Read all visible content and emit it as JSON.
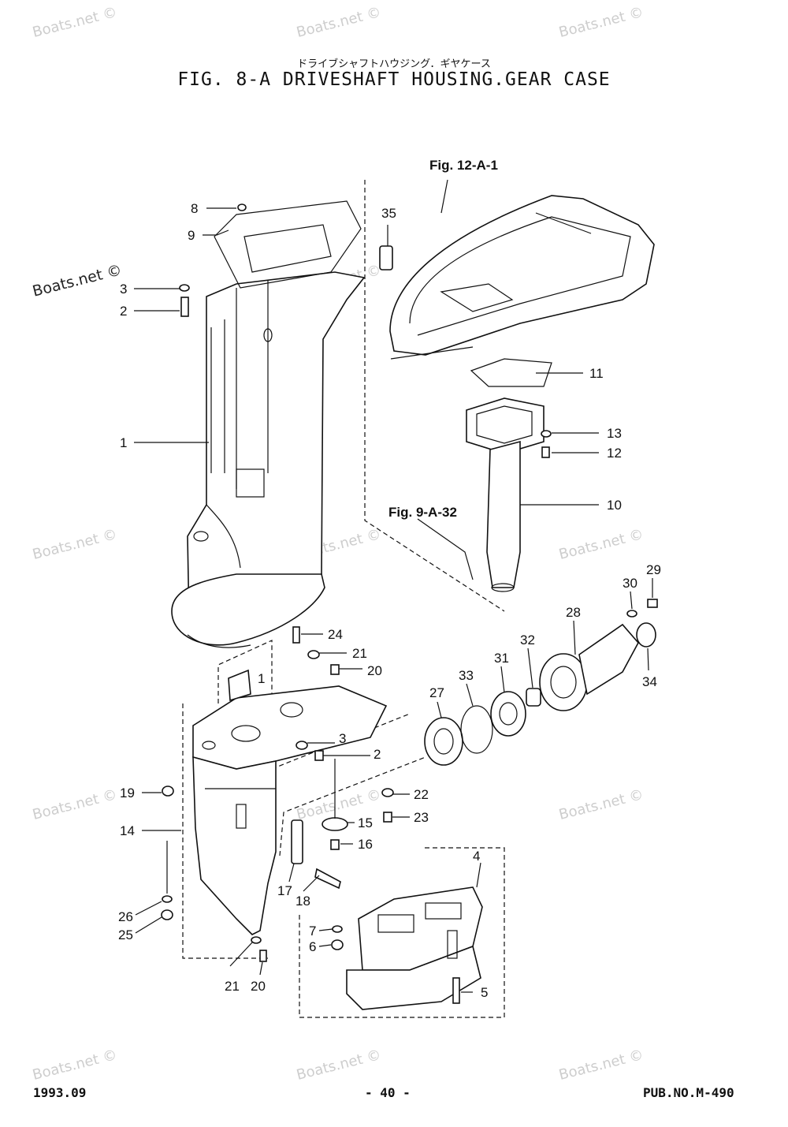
{
  "header": {
    "subtitle_jp": "ドライブシャフトハウジング．ギヤケース",
    "title": "FIG. 8-A DRIVESHAFT HOUSING.GEAR CASE"
  },
  "watermark": "Boats.net ©",
  "figure_refs": {
    "fig_12": "Fig. 12-A-1",
    "fig_9": "Fig. 9-A-32"
  },
  "part_labels": [
    "1",
    "2",
    "3",
    "8",
    "9",
    "35",
    "11",
    "13",
    "12",
    "10",
    "24",
    "21",
    "20",
    "1",
    "3",
    "2",
    "29",
    "30",
    "28",
    "32",
    "31",
    "33",
    "27",
    "34",
    "19",
    "22",
    "23",
    "15",
    "16",
    "14",
    "17",
    "18",
    "4",
    "7",
    "6",
    "26",
    "25",
    "21",
    "20",
    "5"
  ],
  "footer": {
    "date": "1993.09",
    "page": "- 40 -",
    "pub": "PUB.NO.M-490"
  }
}
